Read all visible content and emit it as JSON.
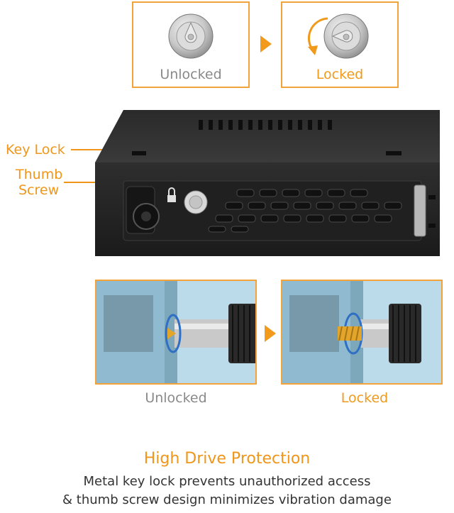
{
  "top": {
    "unlocked_label": "Unlocked",
    "locked_label": "Locked"
  },
  "callouts": {
    "key_lock": "Key Lock",
    "thumb_line1": "Thumb",
    "thumb_line2": "Screw"
  },
  "bottom": {
    "unlocked_label": "Unlocked",
    "locked_label": "Locked"
  },
  "footer": {
    "title": "High Drive Protection",
    "line1": "Metal key lock prevents unauthorized access",
    "line2": "& thumb screw design minimizes vibration damage"
  },
  "colors": {
    "accent": "#f0961b",
    "box_border": "#f2a33a",
    "caption_grey": "#8a8a8a"
  }
}
